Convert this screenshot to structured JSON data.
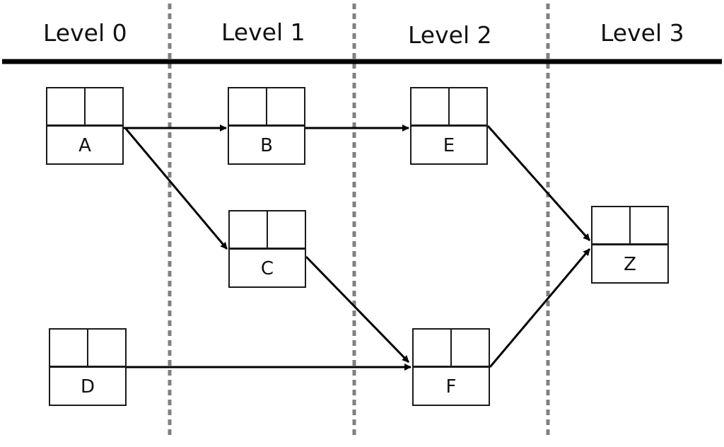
{
  "levels": [
    {
      "label": "Level 0"
    },
    {
      "label": "Level 1"
    },
    {
      "label": "Level 2"
    },
    {
      "label": "Level 3"
    }
  ],
  "nodes": {
    "A": {
      "label": "A",
      "level": 0
    },
    "B": {
      "label": "B",
      "level": 1
    },
    "C": {
      "label": "C",
      "level": 1
    },
    "D": {
      "label": "D",
      "level": 0
    },
    "E": {
      "label": "E",
      "level": 2
    },
    "F": {
      "label": "F",
      "level": 2
    },
    "Z": {
      "label": "Z",
      "level": 3
    }
  },
  "edges": [
    {
      "from": "A",
      "to": "B"
    },
    {
      "from": "A",
      "to": "C"
    },
    {
      "from": "B",
      "to": "E"
    },
    {
      "from": "C",
      "to": "F"
    },
    {
      "from": "D",
      "to": "F"
    },
    {
      "from": "E",
      "to": "Z"
    },
    {
      "from": "F",
      "to": "Z"
    }
  ],
  "colors": {
    "line": "#000000",
    "separator": "#808080",
    "text": "#111111"
  }
}
